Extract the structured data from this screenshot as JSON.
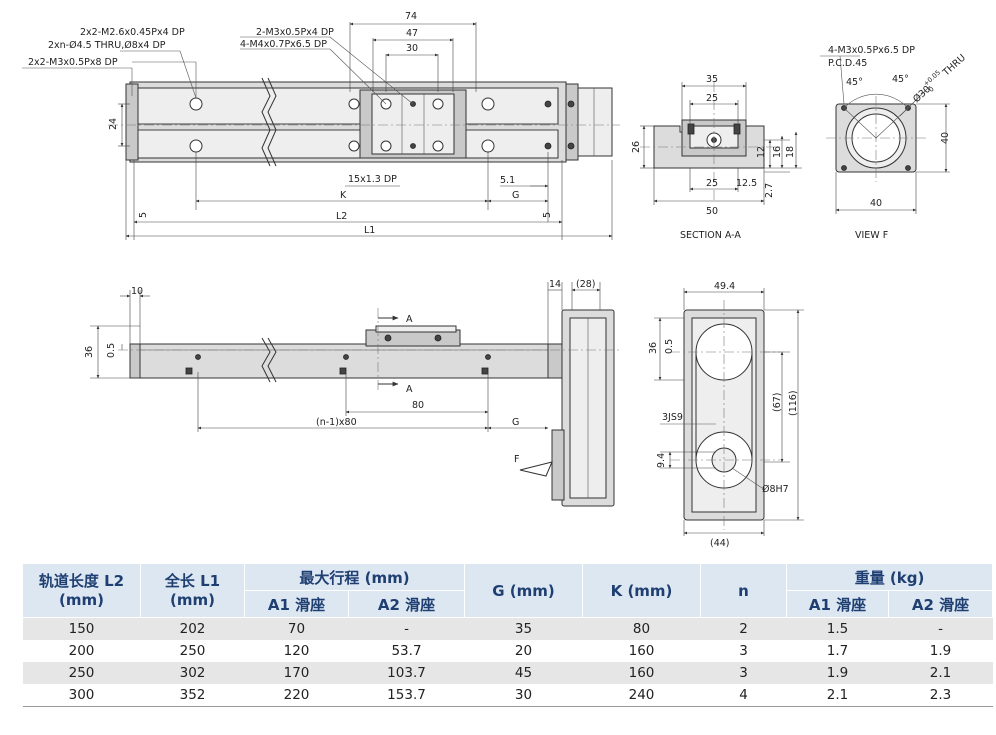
{
  "drawing": {
    "top_view": {
      "callouts": [
        "2x2-M2.6x0.45Px4 DP",
        "2xn-Ø4.5 THRU,Ø8x4 DP",
        "2x2-M3x0.5Px8 DP",
        "2-M3x0.5Px4 DP",
        "4-M4x0.7Px6.5 DP"
      ],
      "dims": {
        "d74": "74",
        "d47": "47",
        "d30": "30",
        "d24": "24",
        "d15x13": "15x1.3 DP",
        "d51": "5.1",
        "K": "K",
        "G": "G",
        "d5a": "5",
        "d5b": "5",
        "L2": "L2",
        "L1": "L1"
      }
    },
    "section_aa": {
      "title": "SECTION A-A",
      "dims": {
        "d35": "35",
        "d25a": "25",
        "d26": "26",
        "d12": "12",
        "d16": "16",
        "d18": "18",
        "d25b": "25",
        "d125": "12.5",
        "d27": "2.7",
        "d50": "50"
      }
    },
    "view_f": {
      "title": "VIEW F",
      "dims": {
        "callout": "4-M3x0.5Px6.5 DP",
        "pcd": "P.C.D.45",
        "ang1": "45°",
        "ang2": "45°",
        "bore": "Ø30",
        "bore_tol": "+0.05",
        "bore_tol2": "0",
        "thru": "THRU",
        "d40a": "40",
        "d40b": "40"
      }
    },
    "side_view": {
      "dims": {
        "d10": "10",
        "d36": "36",
        "d05": "0.5",
        "secA1": "A",
        "secA2": "A",
        "d80": "80",
        "pitch": "(n-1)x80",
        "G": "G",
        "d14": "14",
        "d28": "(28)",
        "F": "F"
      }
    },
    "end_view": {
      "dims": {
        "d494": "49.4",
        "d36": "36",
        "d05": "0.5",
        "d67": "(67)",
        "d116": "(116)",
        "key": "3JS9",
        "d94": "9.4",
        "bore": "Ø8H7",
        "d44": "(44)"
      }
    }
  },
  "table": {
    "headers": {
      "rail_length": "轨道长度 L2\n(mm)",
      "total_length": "全长 L1\n(mm)",
      "max_stroke": "最大行程 (mm)",
      "stroke_a1": "A1 滑座",
      "stroke_a2": "A2 滑座",
      "g": "G (mm)",
      "k": "K (mm)",
      "n": "n",
      "weight": "重量 (kg)",
      "weight_a1": "A1 滑座",
      "weight_a2": "A2 滑座"
    },
    "rows": [
      [
        "150",
        "202",
        "70",
        "-",
        "35",
        "80",
        "2",
        "1.5",
        "-"
      ],
      [
        "200",
        "250",
        "120",
        "53.7",
        "20",
        "160",
        "3",
        "1.7",
        "1.9"
      ],
      [
        "250",
        "302",
        "170",
        "103.7",
        "45",
        "160",
        "3",
        "1.9",
        "2.1"
      ],
      [
        "300",
        "352",
        "220",
        "153.7",
        "30",
        "240",
        "4",
        "2.1",
        "2.3"
      ]
    ]
  }
}
